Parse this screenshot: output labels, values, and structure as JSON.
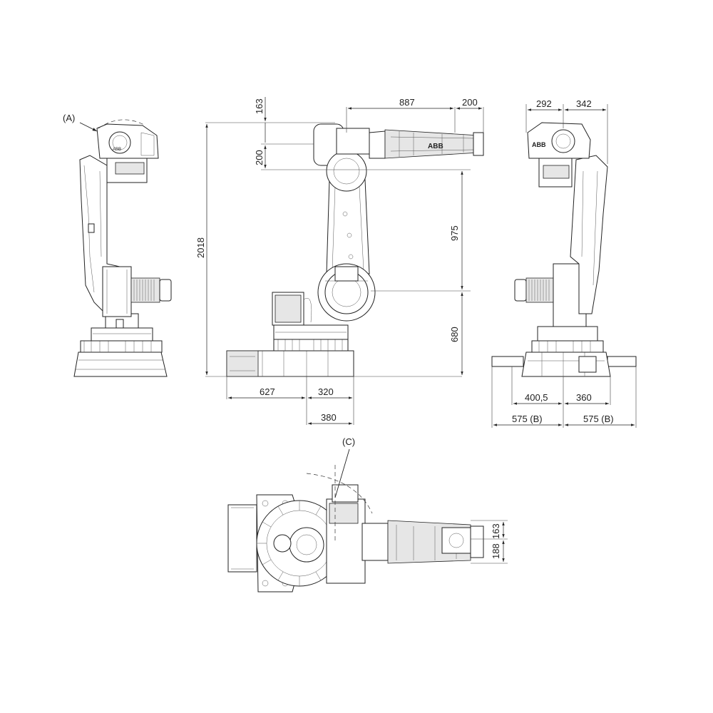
{
  "callouts": {
    "a": "(A)",
    "c": "(C)"
  },
  "brand": "ABB",
  "dimensions": {
    "d163_top": "163",
    "d200_left": "200",
    "d887": "887",
    "d200_top": "200",
    "d2018": "2018",
    "d975": "975",
    "d680": "680",
    "d627": "627",
    "d320": "320",
    "d380": "380",
    "d292": "292",
    "d342": "342",
    "d400_5": "400,5",
    "d360": "360",
    "d575b_left": "575 (B)",
    "d575b_right": "575 (B)",
    "d163_bottom": "163",
    "d188_bottom": "188"
  }
}
